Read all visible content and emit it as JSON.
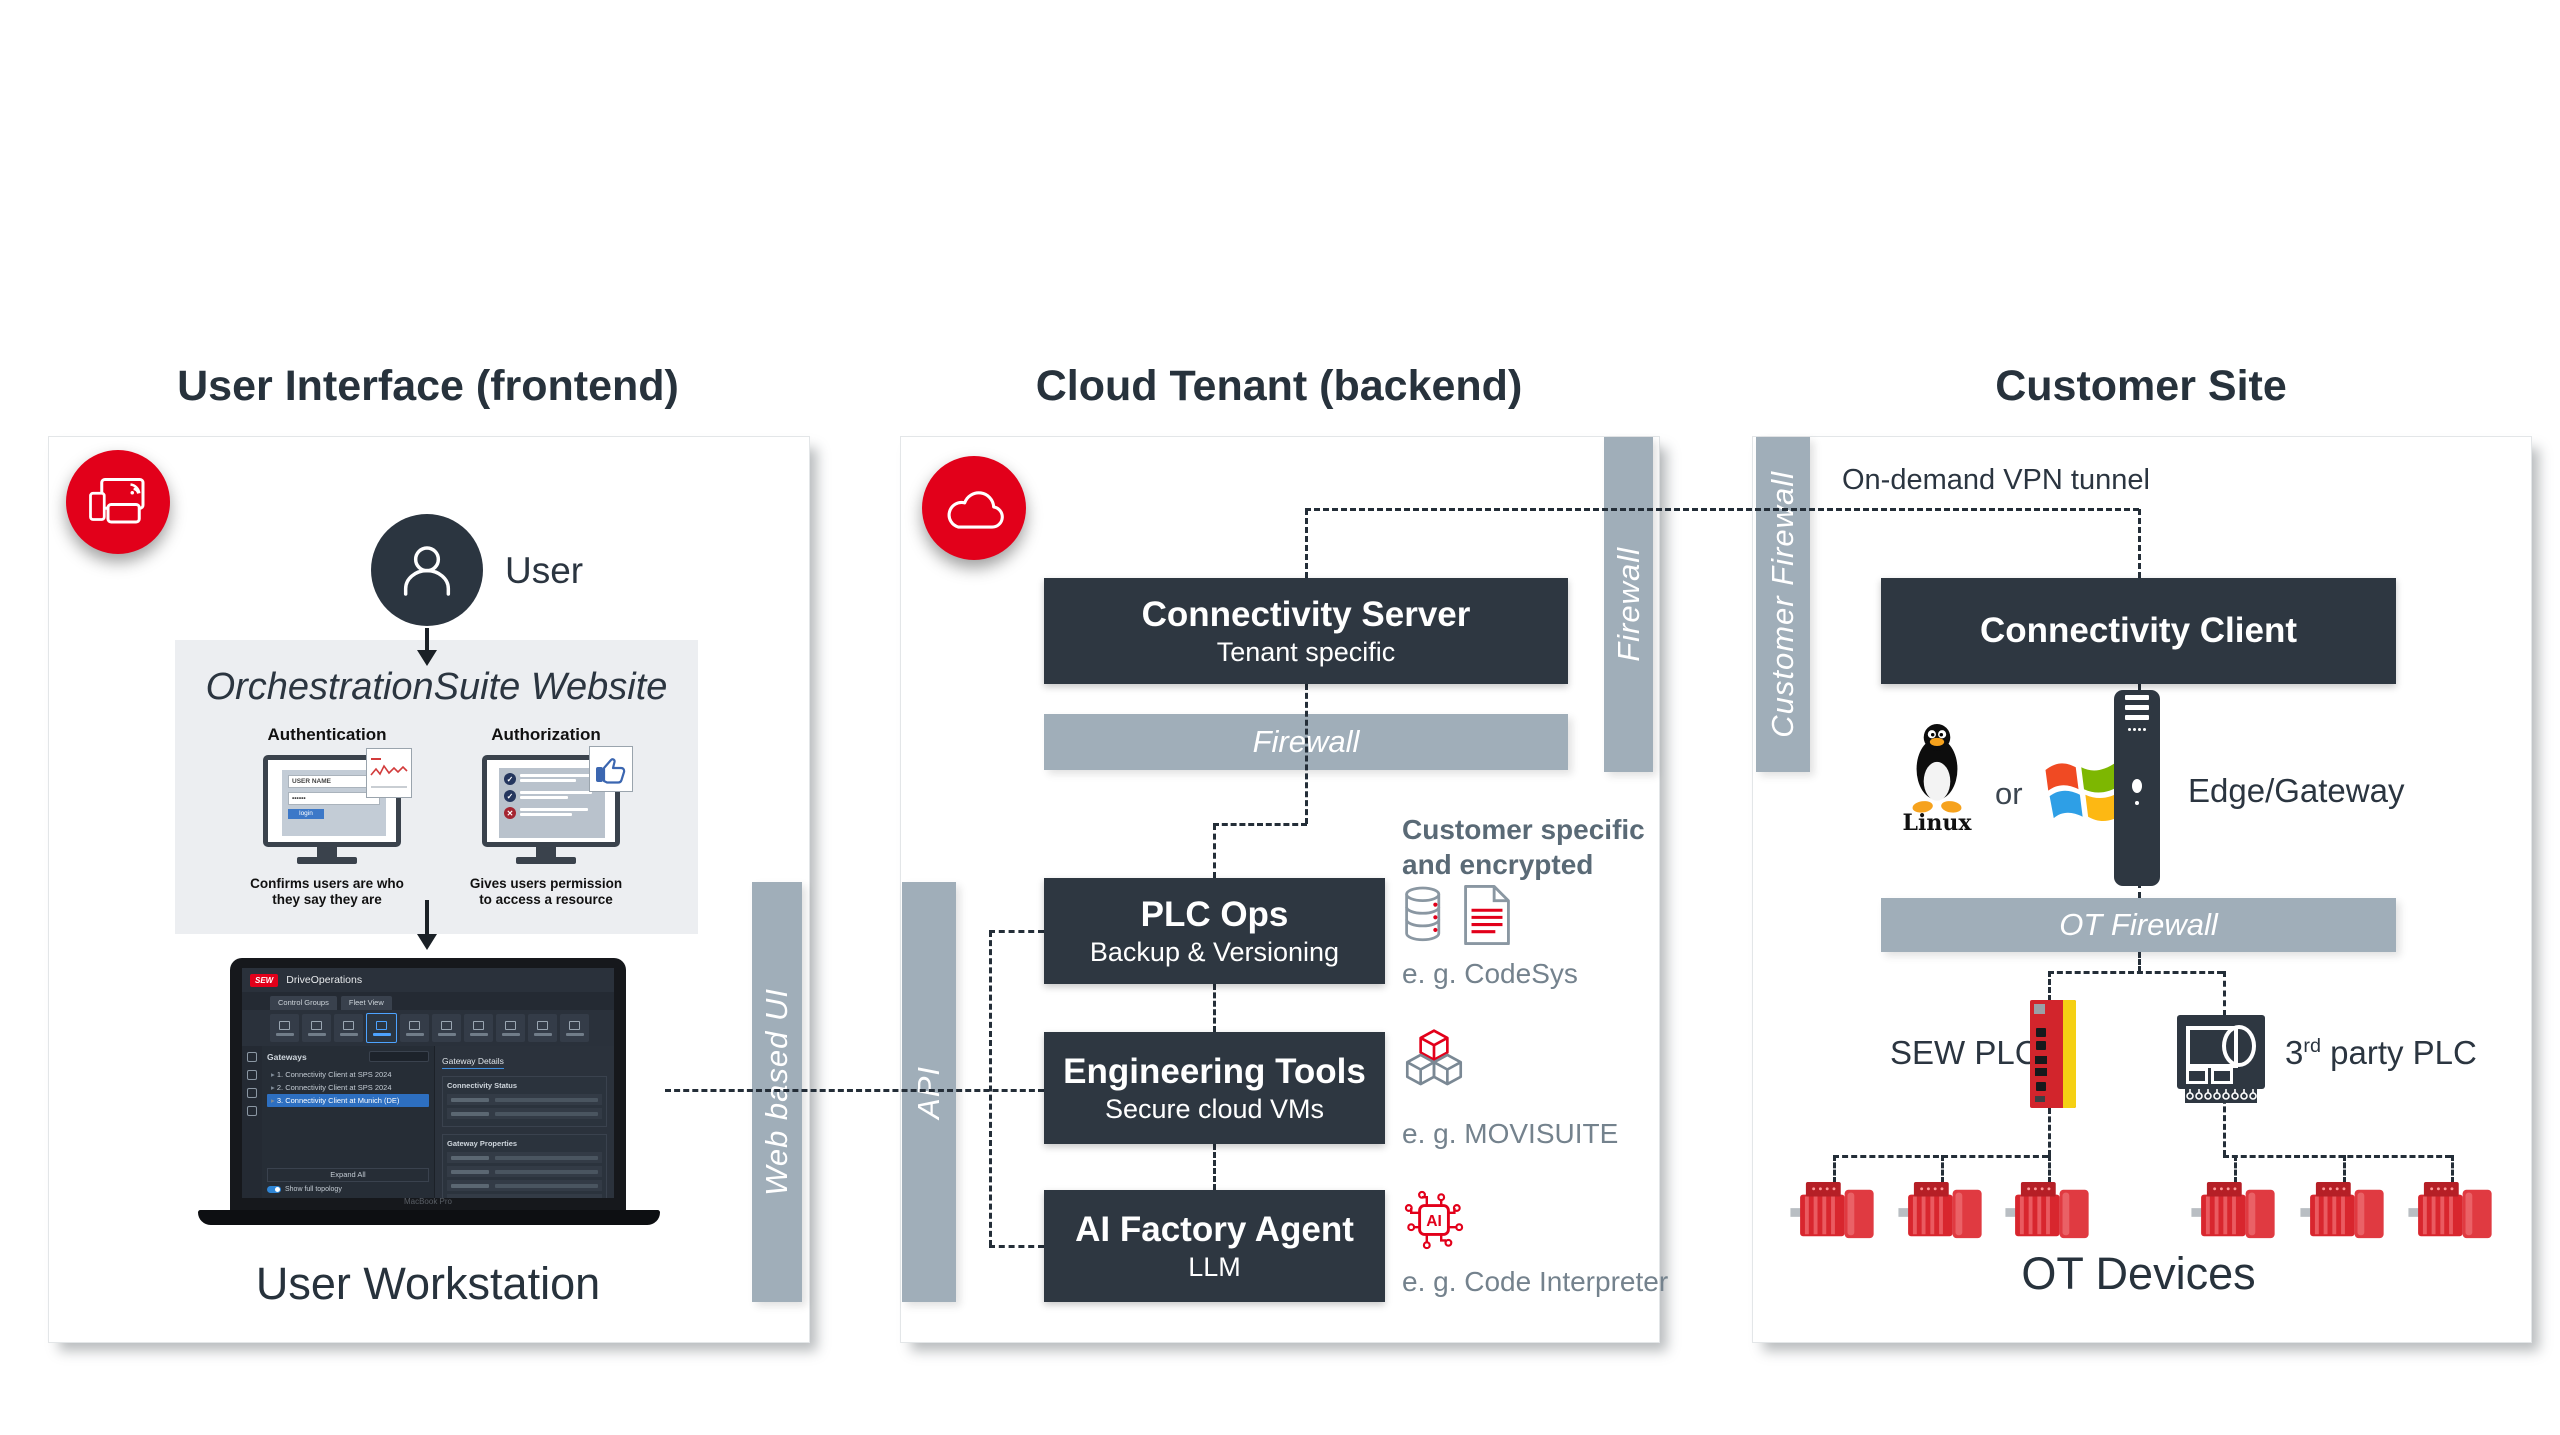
{
  "colors": {
    "accent_red": "#e2001a",
    "box_dark": "#2e3741",
    "bar_gray": "#a0aeb9",
    "text_dark": "#2b3540",
    "note_gray": "#5a6a76",
    "login_blue": "#3c78c8"
  },
  "titles": {
    "frontend": "User Interface (frontend)",
    "backend": "Cloud Tenant (backend)",
    "customer": "Customer Site"
  },
  "icons": {
    "frontend_badge": "devices-icon",
    "backend_badge": "cloud-icon",
    "avatar": "user-icon",
    "storage": "database-icon",
    "document": "document-icon",
    "tools": "cubes-icon",
    "ai": "ai-chip-icon",
    "linux": "tux-icon",
    "windows": "windows-logo-icon",
    "gateway": "tower-icon",
    "motor": "motor-icon"
  },
  "frontend": {
    "user_label": "User",
    "website": {
      "title": "OrchestrationSuite Website",
      "authentication": {
        "heading": "Authentication",
        "username_label": "USER NAME",
        "password_dots": "••••••",
        "login_label": "login",
        "caption_line1": "Confirms users are who",
        "caption_line2": "they say they are"
      },
      "authorization": {
        "heading": "Authorization",
        "caption_line1": "Gives users permission",
        "caption_line2": "to access a resource"
      }
    },
    "laptop": {
      "brand": "SEW",
      "app_title": "DriveOperations",
      "tab1": "Control Groups",
      "tab2": "Fleet View",
      "left_header": "Gateways",
      "rows": [
        "1. Connectivity Client at SPS 2024",
        "2. Connectivity Client at SPS 2024",
        "3. Connectivity Client at Munich (DE)"
      ],
      "expand_all": "Expand All",
      "toggle_label": "Show full topology",
      "right_header": "Gateway Details",
      "card1_title": "Connectivity Status",
      "card2_title": "Gateway Properties",
      "bezel_label": "MacBook Pro"
    },
    "caption": "User Workstation",
    "webui_bar": "Web based UI"
  },
  "backend": {
    "api_bar": "API",
    "connectivity_server": {
      "title": "Connectivity Server",
      "subtitle": "Tenant specific"
    },
    "firewall_horizontal": "Firewall",
    "firewall_vertical": "Firewall",
    "plc_ops": {
      "title": "PLC Ops",
      "subtitle": "Backup & Versioning",
      "note": "e. g. CodeSys"
    },
    "side_note_line1": "Customer specific",
    "side_note_line2": "and encrypted",
    "engineering": {
      "title": "Engineering Tools",
      "subtitle": "Secure cloud VMs",
      "note": "e. g. MOVISUITE"
    },
    "ai_agent": {
      "title": "AI Factory Agent",
      "subtitle": "LLM",
      "note": "e. g. Code Interpreter",
      "chip_text": "AI"
    }
  },
  "customer": {
    "firewall_bar": "Customer Firewall",
    "vpn_label": "On-demand VPN tunnel",
    "connectivity_client": "Connectivity Client",
    "linux_label": "Linux",
    "or_label": "or",
    "gateway_label": "Edge/Gateway",
    "ot_firewall": "OT Firewall",
    "sew_plc_label": "SEW PLC",
    "third_party_prefix": "3",
    "third_party_sup": "rd",
    "third_party_rest": " party PLC",
    "ot_devices_label": "OT Devices"
  }
}
